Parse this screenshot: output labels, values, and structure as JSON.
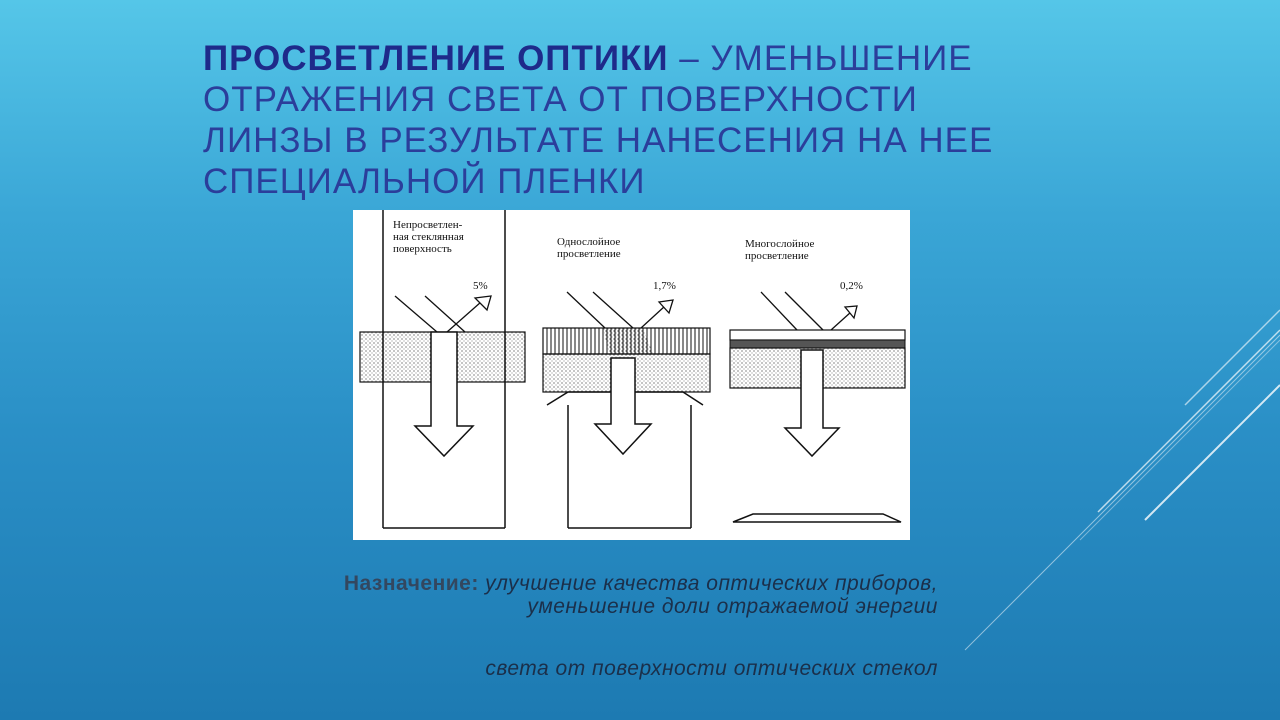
{
  "slide": {
    "title_bold": "Просветление оптики",
    "title_rest": " – уменьшение отражения света от поверхности линзы в результате нанесения на нее специальной пленки"
  },
  "figure": {
    "panels": [
      {
        "label_lines": [
          "Непросветлен-",
          "ная стеклянная",
          "поверхность"
        ],
        "percent": "5%"
      },
      {
        "label_lines": [
          "Однослойное",
          "просветление"
        ],
        "percent": "1,7%"
      },
      {
        "label_lines": [
          "Многослойное",
          "просветление"
        ],
        "percent": "0,2%"
      }
    ]
  },
  "purpose": {
    "label": "Назначение:",
    "text": " улучшение качества оптических приборов, уменьшение доли отражаемой энергии",
    "text2": "света от поверхности оптических стекол"
  },
  "colors": {
    "title": "#2b3e9b",
    "background_top": "#55c6e8",
    "background_bottom": "#1d7ab2"
  }
}
